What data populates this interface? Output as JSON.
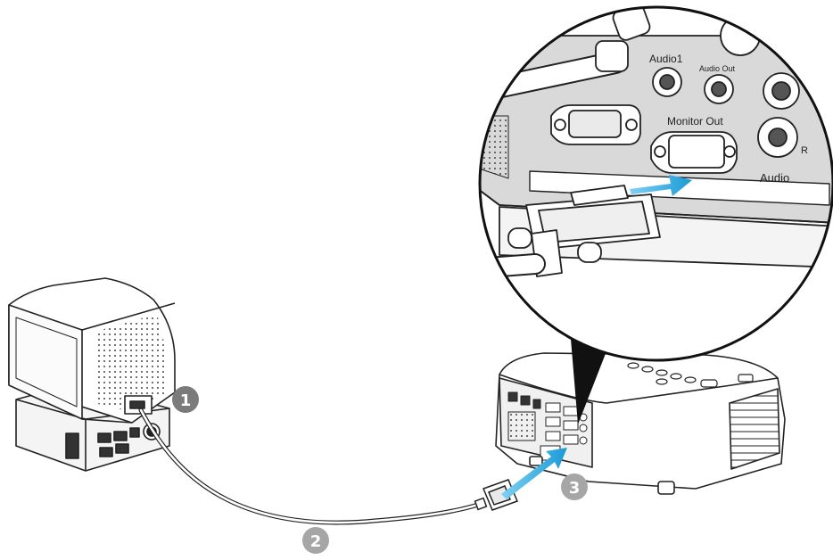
{
  "zoom_labels": {
    "audio1": "Audio1",
    "audio_out": "Audio Out",
    "monitor_out": "Monitor Out",
    "audio": "Audio",
    "r": "R"
  },
  "steps": [
    {
      "number": "1"
    },
    {
      "number": "2"
    },
    {
      "number": "3"
    }
  ],
  "colors": {
    "step_badge_dark": "#7b7b7b",
    "step_badge_light": "#a6a6a6",
    "arrow": "#1a9bd6",
    "outline": "#222222",
    "panel": "#d9d9d9"
  }
}
